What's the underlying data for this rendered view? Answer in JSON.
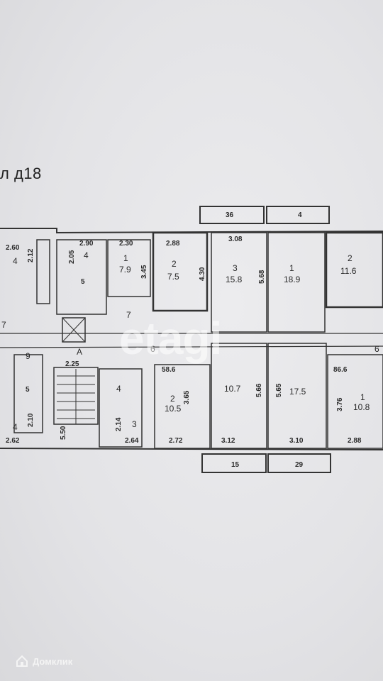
{
  "header": {
    "title": "л д18"
  },
  "watermark": {
    "text": "etagi"
  },
  "brand": {
    "name": "Домклик"
  },
  "plan": {
    "top_dims": [
      "2.60",
      "2.12",
      "2.90",
      "2.05",
      "2.30",
      "3.45",
      "2.88",
      "4.30",
      "3.08",
      "5.68"
    ],
    "top_rooms": [
      {
        "number": "4",
        "area": ""
      },
      {
        "number": "4",
        "area": ""
      },
      {
        "number": "1",
        "area": "7.9"
      },
      {
        "number": "2",
        "area": "7.5"
      },
      {
        "number": "3",
        "area": "15.8"
      },
      {
        "number": "1",
        "area": "18.9"
      },
      {
        "number": "2",
        "area": "11.6"
      }
    ],
    "middle_labels": [
      "7",
      "7",
      "6",
      "6",
      "9",
      "A",
      "2.25"
    ],
    "bottom_dims": [
      "2.10",
      "2.62",
      "5.50",
      "2.14",
      "2.64",
      "2.72",
      "3.65",
      "3.12",
      "5.66",
      "5.65",
      "3.10",
      "3.76",
      "2.88"
    ],
    "bottom_rooms": [
      {
        "number": "4",
        "area": ""
      },
      {
        "number": "4",
        "area": ""
      },
      {
        "number": "3",
        "area": ""
      },
      {
        "number": "2",
        "area": "10.5"
      },
      {
        "number": "",
        "area": "10.7"
      },
      {
        "number": "",
        "area": "17.5"
      },
      {
        "number": "1",
        "area": "10.8"
      }
    ],
    "outside_top": [
      "36",
      "4"
    ],
    "outside_bottom": [
      "15",
      "29"
    ],
    "small_labels": [
      "5",
      "5",
      "58.6",
      "86.6"
    ]
  }
}
